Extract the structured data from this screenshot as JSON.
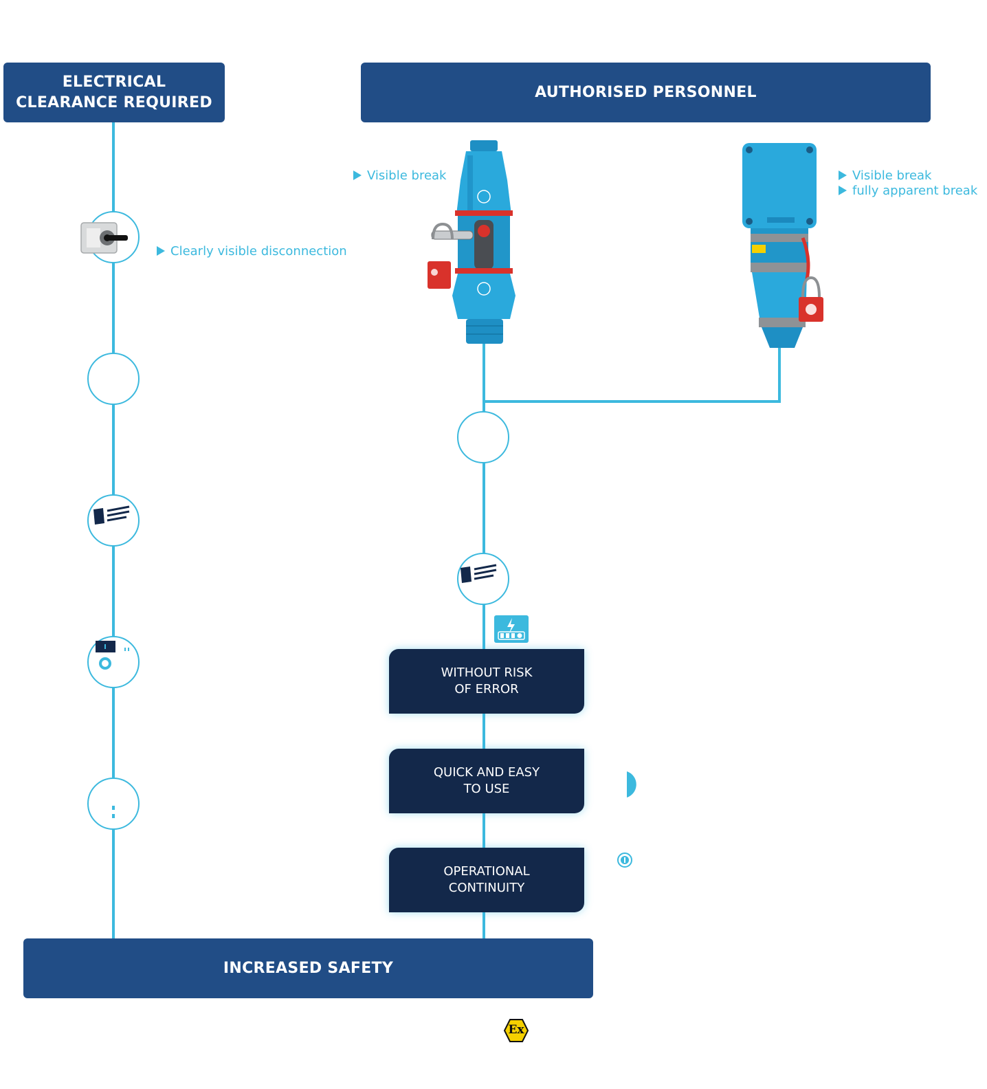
{
  "headers": {
    "left": "ELECTRICAL\nCLEARANCE REQUIRED",
    "right": "AUTHORISED PERSONNEL",
    "bottom": "INCREASED SAFETY"
  },
  "notes": {
    "switch": "Clearly visible disconnection",
    "plug": "Visible break",
    "socket_1": "Visible break",
    "socket_2": "fully apparent break"
  },
  "benefits": [
    "WITHOUT RISK\nOF ERROR",
    "QUICK AND EASY\nTO USE",
    "OPERATIONAL\nCONTINUITY"
  ],
  "badge": "Ex",
  "colors": {
    "header_blue": "#214d86",
    "line_cyan": "#3cb9de",
    "benefit_navy": "#13284a",
    "product_blue": "#2aa9dc",
    "lock_red": "#d9322b",
    "ex_yellow": "#f5d000"
  },
  "icons": [
    "isolator-switch-icon",
    "document-icon",
    "measure-icon",
    "plug-connector-image",
    "socket-connector-image",
    "padlock-icon",
    "voltage-tester-icon",
    "atex-ex-icon"
  ]
}
